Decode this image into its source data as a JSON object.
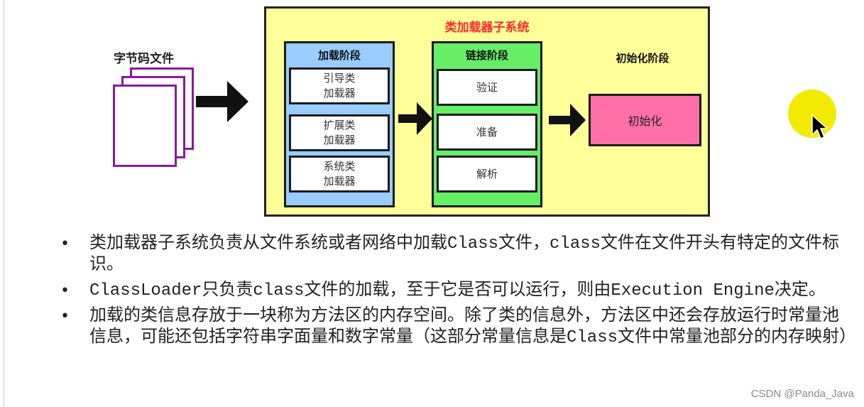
{
  "diagram": {
    "bytecode_label": "字节码文件",
    "subsystem_title": "类加载器子系统",
    "loading_stage": {
      "title": "加载阶段",
      "loaders": [
        "引导类\n加载器",
        "扩展类\n加载器",
        "系统类\n加载器"
      ]
    },
    "linking_stage": {
      "title": "链接阶段",
      "steps": [
        "验证",
        "准备",
        "解析"
      ]
    },
    "init_stage": {
      "title": "初始化阶段",
      "step": "初始化"
    },
    "colors": {
      "subsystem_fill": "#ffff99",
      "subsystem_title": "#ff2a2a",
      "loading_fill": "#99ccff",
      "linking_fill": "#66ee66",
      "init_fill": "#ff6fa8",
      "file_border": "#8b1a9c"
    }
  },
  "bullets": [
    "类加载器子系统负责从文件系统或者网络中加载Class文件，class文件在文件开头有特定的文件标识。",
    "ClassLoader只负责class文件的加载，至于它是否可以运行，则由Execution Engine决定。",
    "加载的类信息存放于一块称为方法区的内存空间。除了类的信息外，方法区中还会存放运行时常量池信息，可能还包括字符串字面量和数字常量（这部分常量信息是Class文件中常量池部分的内存映射）"
  ],
  "bullet_marker": "•",
  "watermark": "CSDN @Panda_Java",
  "icons": [
    "file-stack-icon",
    "right-arrow-icon",
    "mouse-pointer-icon"
  ]
}
